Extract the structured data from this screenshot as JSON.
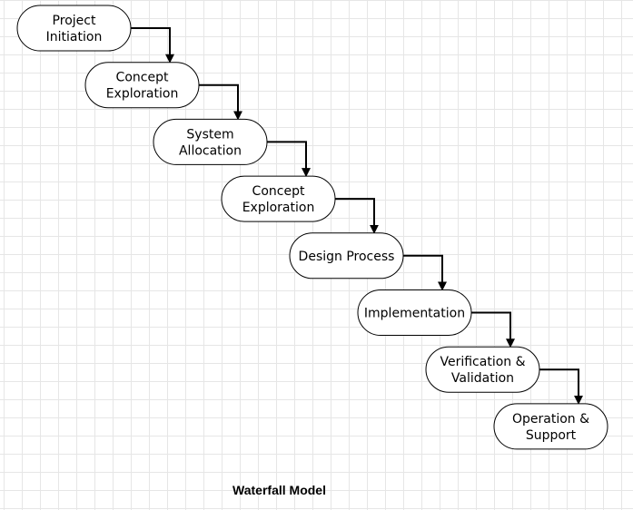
{
  "diagram": {
    "caption": "Waterfall Model",
    "stages": [
      {
        "lines": [
          "Project",
          "Initiation"
        ]
      },
      {
        "lines": [
          "Concept",
          "Exploration"
        ]
      },
      {
        "lines": [
          "System",
          "Allocation"
        ]
      },
      {
        "lines": [
          "Concept",
          "Exploration"
        ]
      },
      {
        "lines": [
          "Design Process"
        ]
      },
      {
        "lines": [
          "Implementation"
        ]
      },
      {
        "lines": [
          "Verification &",
          "Validation"
        ]
      },
      {
        "lines": [
          "Operation &",
          "Support"
        ]
      }
    ],
    "colors": {
      "node_fill": "#ffffff",
      "node_stroke": "#000000",
      "arrow": "#000000",
      "grid": "#e6e6e6"
    }
  }
}
